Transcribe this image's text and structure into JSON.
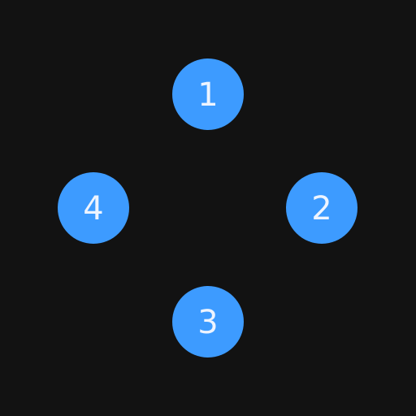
{
  "theme": {
    "background": "#121212",
    "button_color": "#3d9bff",
    "label_color": "#eef4ff"
  },
  "buttons": [
    {
      "label": "1"
    },
    {
      "label": "2"
    },
    {
      "label": "3"
    },
    {
      "label": "4"
    }
  ]
}
